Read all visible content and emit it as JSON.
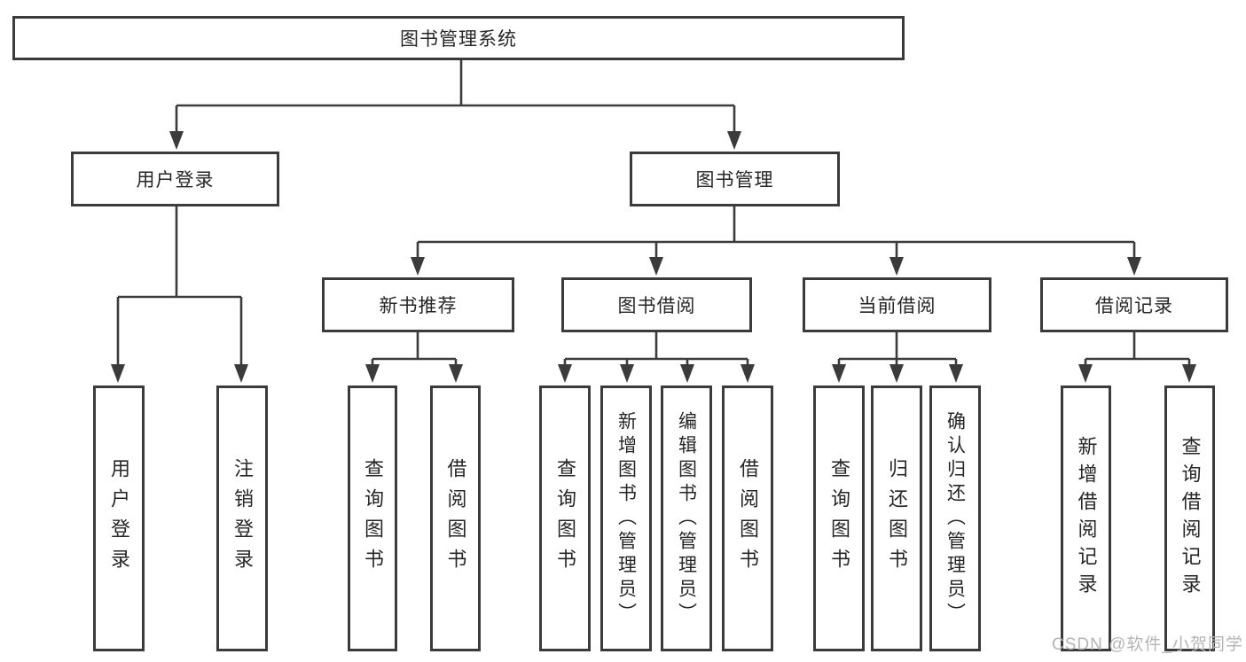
{
  "tree": {
    "root": {
      "label": "图书管理系统"
    },
    "branches": [
      {
        "label": "用户登录",
        "children": [
          {
            "label": "用户登录"
          },
          {
            "label": "注销登录"
          }
        ]
      },
      {
        "label": "图书管理",
        "children": [
          {
            "label": "新书推荐",
            "children": [
              {
                "label": "查询图书"
              },
              {
                "label": "借阅图书"
              }
            ]
          },
          {
            "label": "图书借阅",
            "children": [
              {
                "label": "查询图书"
              },
              {
                "label": "新增图书（管理员）"
              },
              {
                "label": "编辑图书（管理员）"
              },
              {
                "label": "借阅图书"
              }
            ]
          },
          {
            "label": "当前借阅",
            "children": [
              {
                "label": "查询图书"
              },
              {
                "label": "归还图书"
              },
              {
                "label": "确认归还（管理员）"
              }
            ]
          },
          {
            "label": "借阅记录",
            "children": [
              {
                "label": "新增借阅记录"
              },
              {
                "label": "查询借阅记录"
              }
            ]
          }
        ]
      }
    ]
  },
  "watermark": {
    "text": "CSDN @软件_小贺同学"
  },
  "colors": {
    "line": "#3b3b3b",
    "box_border": "#3b3b3b",
    "text": "#262626",
    "watermark": "#b5b5b5",
    "background": "#ffffff"
  }
}
